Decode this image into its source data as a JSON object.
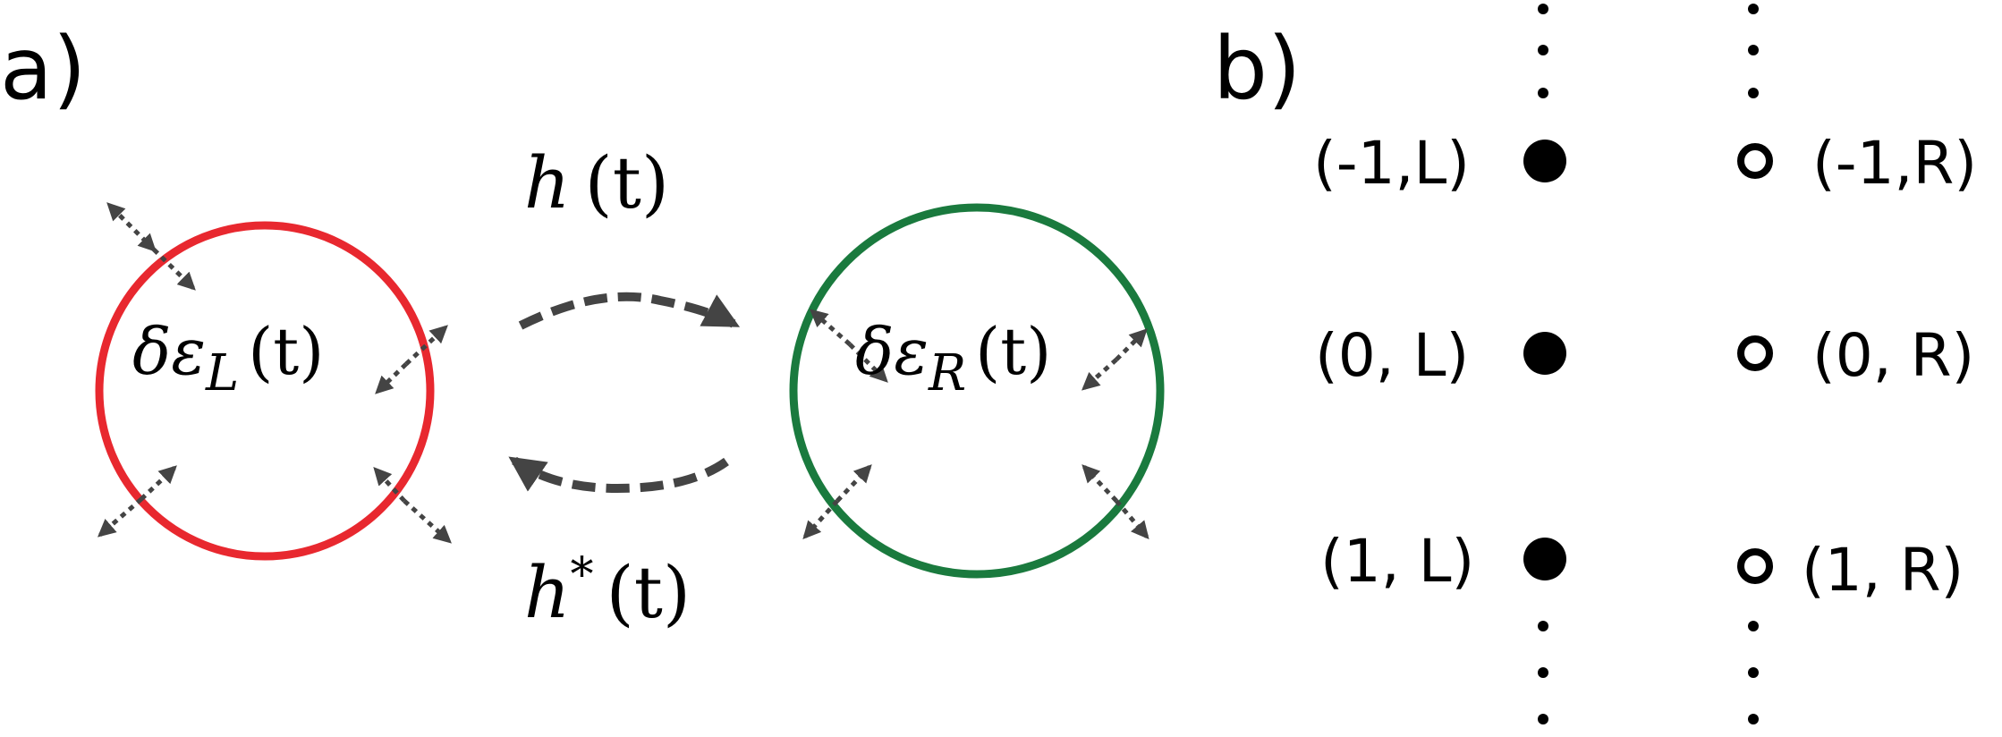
{
  "panel_a": {
    "label": "a)",
    "left_node": {
      "delta": "δ",
      "eps": "ε",
      "sub": "L",
      "arg": "(t)",
      "color": "#e8282f"
    },
    "right_node": {
      "delta": "δ",
      "eps": "ε",
      "sub": "R",
      "arg": "(t)",
      "color": "#1a7a3e"
    },
    "forward_hop": {
      "symbol": "h",
      "sup": "",
      "arg": "(t)"
    },
    "backward_hop": {
      "symbol": "h",
      "sup": "*",
      "arg": "(t)"
    },
    "arrow_color": "#444444"
  },
  "panel_b": {
    "label": "b)",
    "left_column": [
      {
        "label": "(-1,L)",
        "filled": true
      },
      {
        "label": "(0, L)",
        "filled": true
      },
      {
        "label": "(1, L)",
        "filled": true
      }
    ],
    "right_column": [
      {
        "label": "(-1,R)",
        "filled": false
      },
      {
        "label": "(0, R)",
        "filled": false
      },
      {
        "label": "(1, R)",
        "filled": false
      }
    ]
  }
}
